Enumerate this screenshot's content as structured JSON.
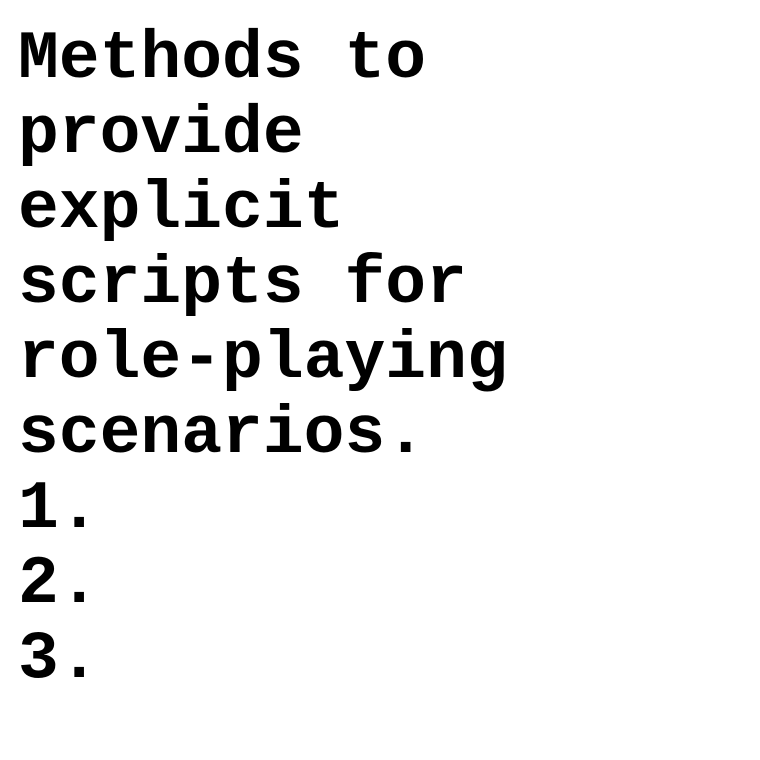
{
  "document": {
    "title_lines": [
      "Methods to",
      "provide",
      "explicit",
      "scripts for",
      "role-playing",
      "scenarios."
    ],
    "list_items": [
      "1.",
      "2.",
      "3."
    ]
  }
}
